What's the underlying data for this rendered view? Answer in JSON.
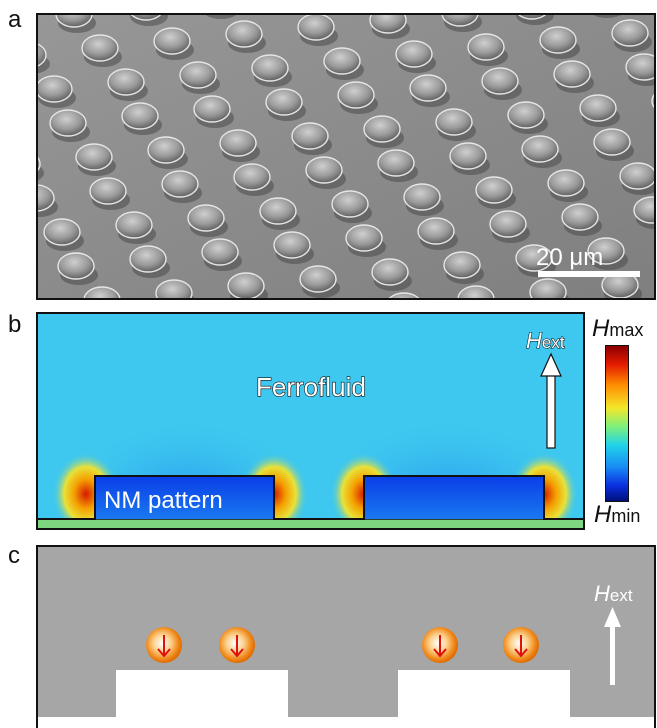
{
  "figure": {
    "panel_a": {
      "letter": "a",
      "scale_bar_label": "20 μm"
    },
    "panel_b": {
      "letter": "b",
      "ferrofluid_label": "Ferrofluid",
      "pattern_label": "NM pattern",
      "field_label_h": "H",
      "field_label_sub": "ext",
      "colorbar_max_h": "H",
      "colorbar_max_sub": "max",
      "colorbar_min_h": "H",
      "colorbar_min_sub": "min"
    },
    "panel_c": {
      "letter": "c",
      "field_label_h": "H",
      "field_label_sub": "ext"
    }
  },
  "colors": {
    "ferrofluid_bg": "#39c6f0",
    "pattern_blue": "#0a4ff0",
    "grey_medium": "#a6a6a6",
    "particle_orange": "#f08a1c",
    "arrow_red": "#e01010"
  }
}
